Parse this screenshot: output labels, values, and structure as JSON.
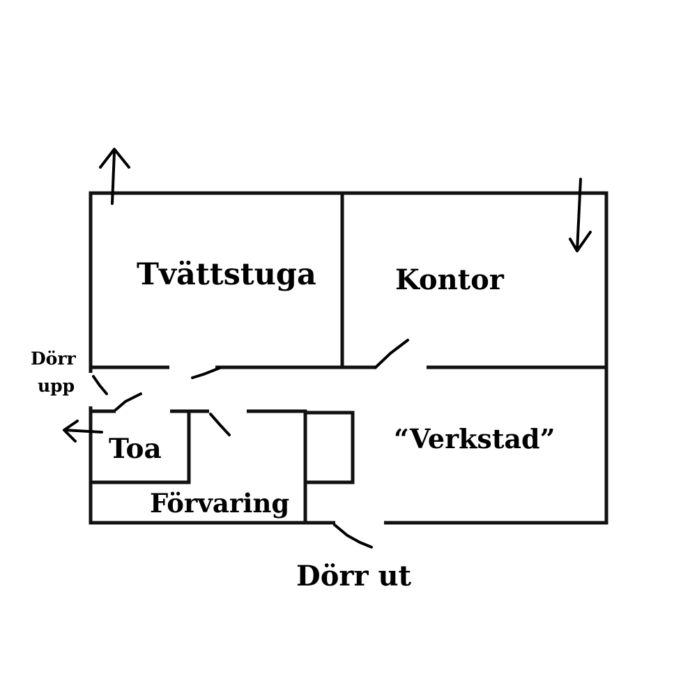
{
  "plan": {
    "rooms": {
      "tvattstuga": "Tvättstuga",
      "kontor": "Kontor",
      "toa": "Toa",
      "forvaring": "Förvaring",
      "verkstad": "“Verkstad”"
    },
    "door_up_line1": "Dörr",
    "door_up_line2": "upp",
    "door_out": "Dörr ut"
  },
  "colors": {
    "ink": "#000000",
    "paper": "#ffffff"
  }
}
